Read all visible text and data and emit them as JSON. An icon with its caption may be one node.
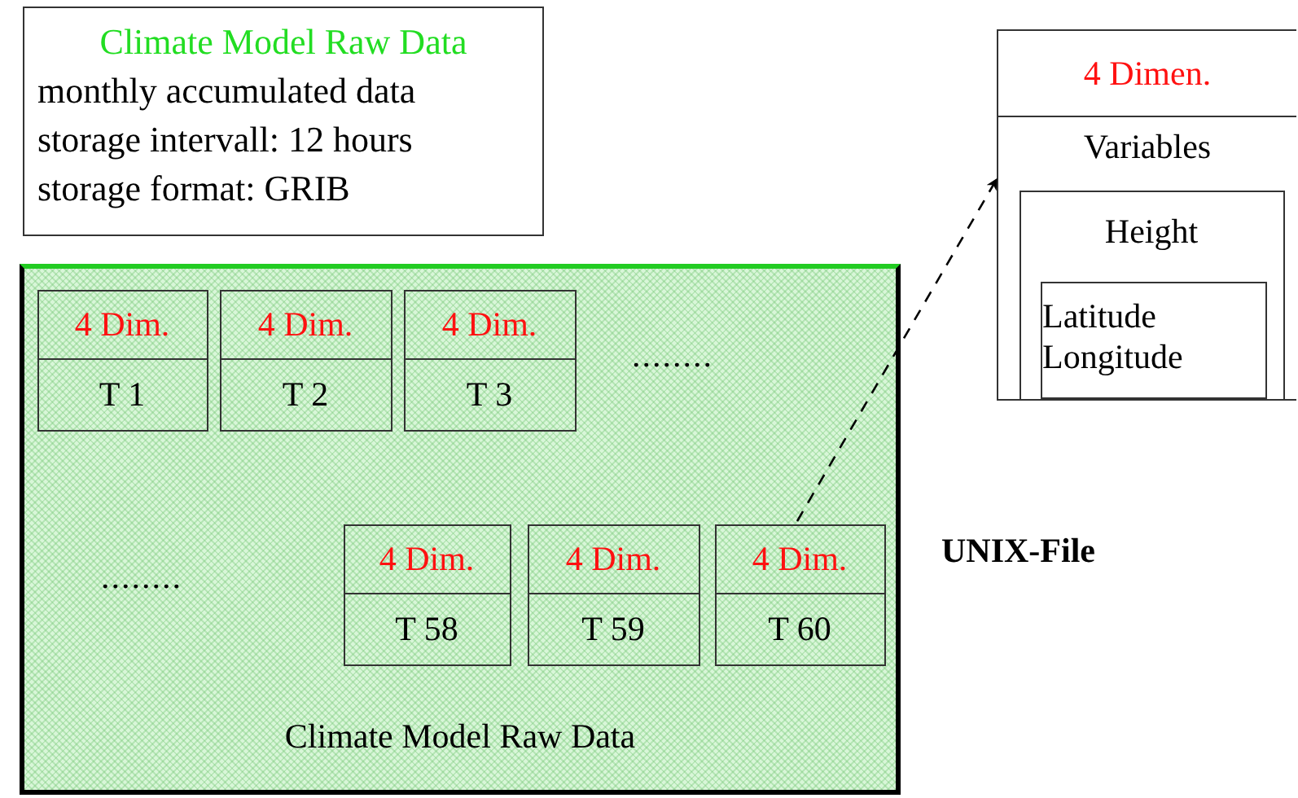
{
  "diagram": {
    "nodes": [
      {
        "text": [
          "Climate Model Raw Data",
          "monthly accumulated data",
          "storage intervall: 12 hours",
          "storage format: GRIB"
        ]
      },
      {
        "text": [
          "Climate Model Raw Data"
        ]
      },
      {
        "text": [
          "4 Dim.",
          "T 1"
        ],
        "in": 1
      },
      {
        "text": [
          "4 Dim.",
          "T 2"
        ],
        "in": 1
      },
      {
        "text": [
          "4 Dim.",
          "T 3"
        ],
        "in": 1
      },
      {
        "text": [
          "4 Dim.",
          "T 58"
        ],
        "in": 1
      },
      {
        "text": [
          "4 Dim.",
          "T 59"
        ],
        "in": 1
      },
      {
        "text": [
          "4 Dim.",
          "T 60"
        ],
        "in": 1
      },
      {
        "text": [
          "4 Dimen.",
          "Variables"
        ]
      },
      {
        "text": [
          "Height"
        ],
        "in": 8
      },
      {
        "text": [
          "Latitude Longitude"
        ],
        "in": 9
      }
    ],
    "edges": [
      {
        "from": 7,
        "to": 8,
        "arrow": "to",
        "style": "dashed"
      }
    ],
    "labels": [
      "........",
      "........",
      "UNIX-File"
    ]
  }
}
